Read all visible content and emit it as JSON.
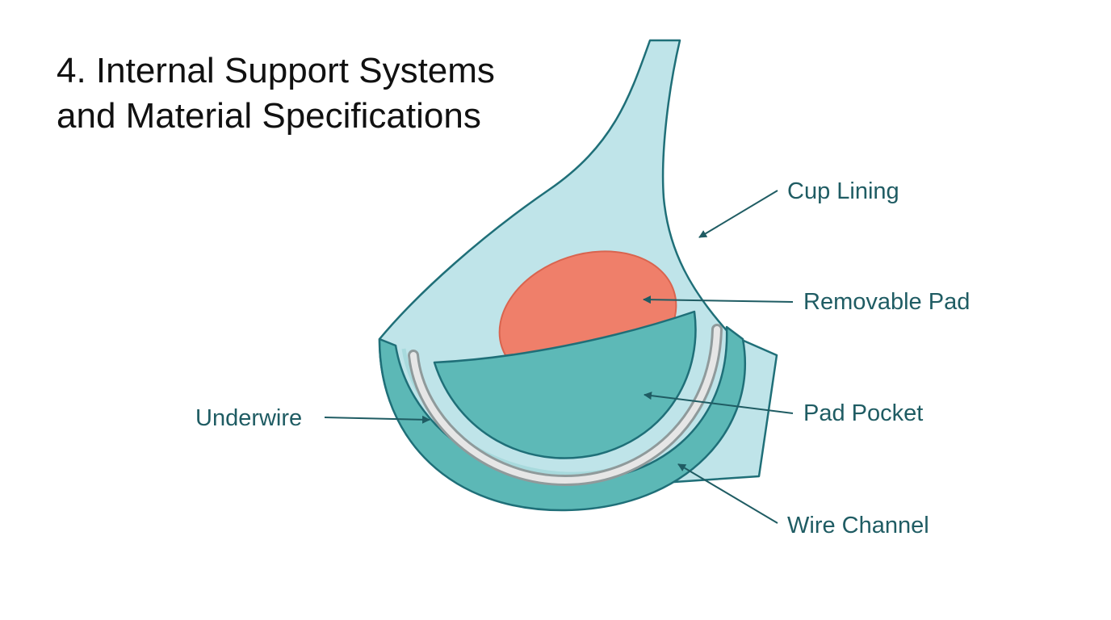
{
  "title": {
    "line1": "4. Internal Support Systems",
    "line2": "and Material Specifications"
  },
  "labels": {
    "cup_lining": "Cup Lining",
    "removable_pad": "Removable Pad",
    "pad_pocket": "Pad Pocket",
    "underwire": "Underwire",
    "wire_channel": "Wire Channel"
  },
  "colors": {
    "cup_fill": "#bfe4e9",
    "outline": "#1f6f78",
    "channel_fill": "#5cb8b6",
    "pocket_fill": "#5db9b7",
    "pad_fill": "#ef7f6a",
    "pad_stroke": "#d9644f",
    "wire_fill": "#e3e3e3",
    "wire_stroke": "#8f9a9b",
    "label_text": "#1f5c63",
    "title_text": "#111111"
  }
}
